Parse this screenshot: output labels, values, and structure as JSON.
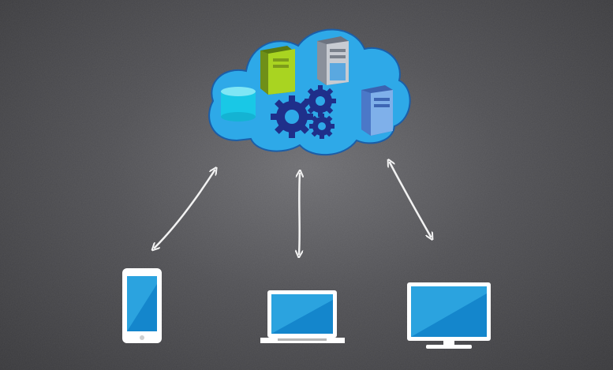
{
  "scene": {
    "background": "#4f4f53",
    "cloud_color": "#2ea9e8",
    "cloud_outline": "#1b5ea8",
    "gear_color": "#1f2f8a",
    "chalk_color": "#f2f2f2",
    "screen_light": "#2ba3df",
    "screen_dark": "#1486cc"
  },
  "cloud": {
    "items": [
      "database-icon",
      "server-tower-green-icon",
      "server-tower-grey-icon",
      "server-tower-blue-icon",
      "gears-icon"
    ]
  },
  "devices": [
    "smartphone-icon",
    "laptop-icon",
    "desktop-monitor-icon"
  ],
  "connections": [
    "cloud-to-smartphone",
    "cloud-to-laptop",
    "cloud-to-monitor"
  ]
}
